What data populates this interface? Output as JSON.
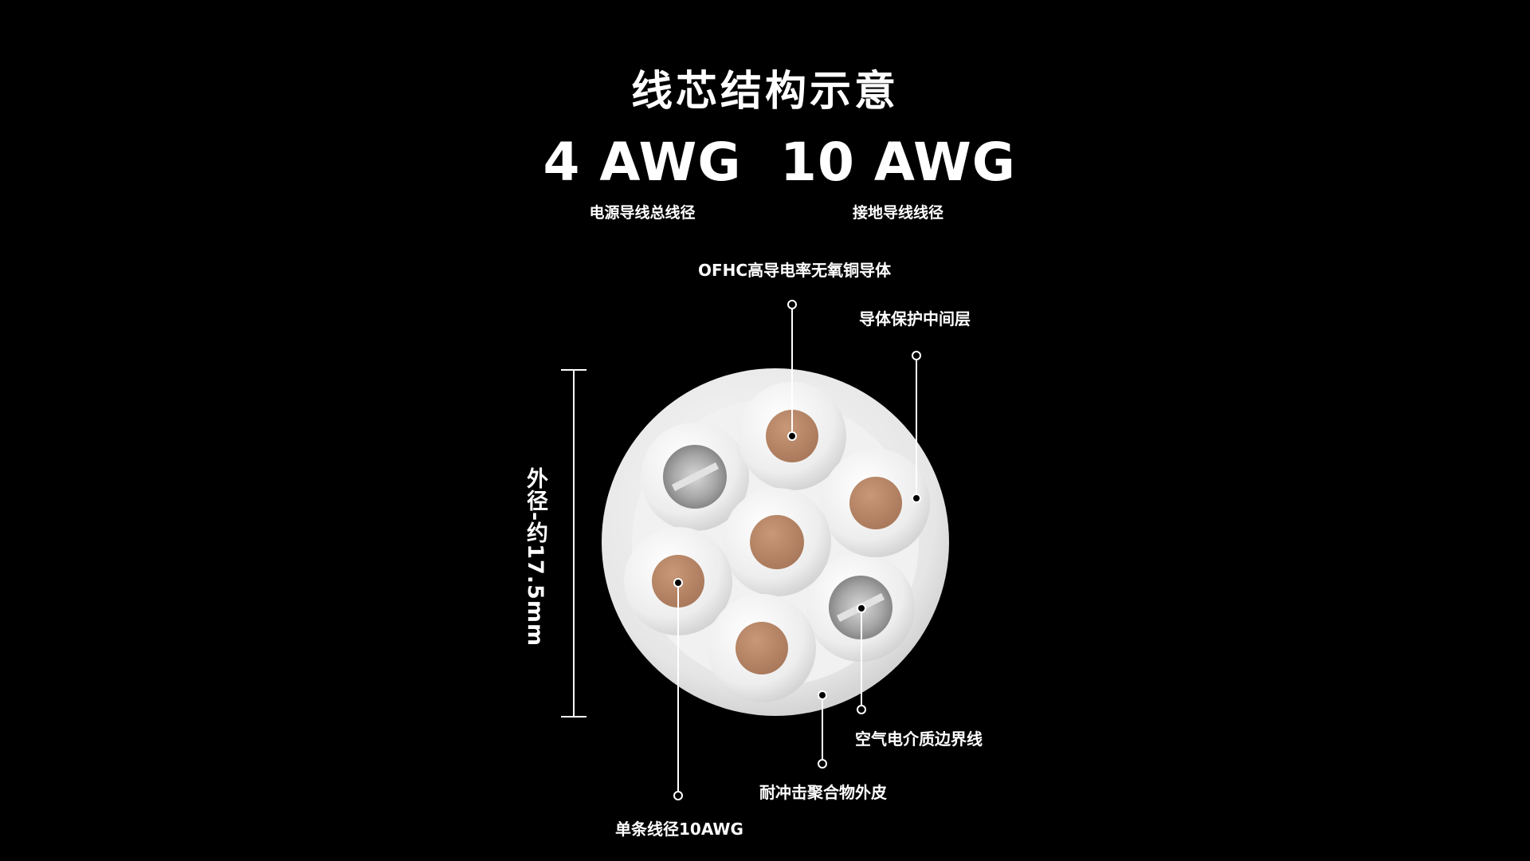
{
  "title": "线芯结构示意",
  "specs": [
    {
      "value": "4 AWG",
      "caption": "电源导线总线径"
    },
    {
      "value": "10 AWG",
      "caption": "接地导线线径"
    }
  ],
  "callouts": {
    "conductor": "OFHC高导电率无氧铜导体",
    "protective_layer": "导体保护中间层",
    "air_dielectric": "空气电介质边界线",
    "outer_jacket": "耐冲击聚合物外皮",
    "single_gauge": "单条线径10AWG"
  },
  "outer_diameter": "外径-约17.5mm",
  "colors": {
    "background": "#000000",
    "text": "#ffffff",
    "jacket": "#ececec",
    "insulation": "#f4f4f4",
    "copper": "#b88764",
    "hollow": "#9a9a9a"
  }
}
